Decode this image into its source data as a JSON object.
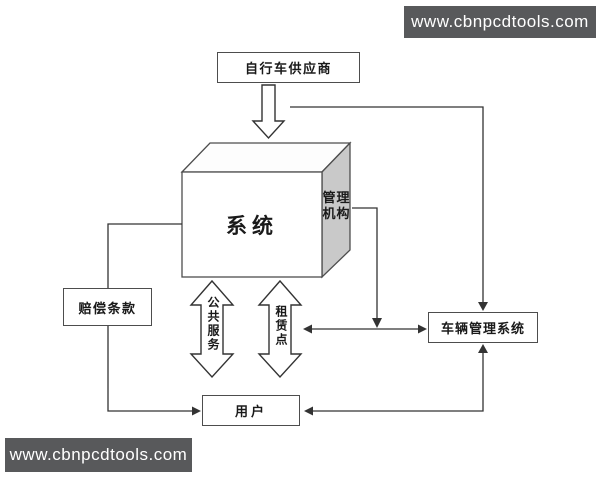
{
  "banners": {
    "top_text": "www.cbnpcdtools.com",
    "bottom_text": "www.cbnpcdtools.com"
  },
  "diagram": {
    "supplier_label": "自行车供应商",
    "system_label": "系统",
    "management_label": "管理机构",
    "compensation_label": "赔偿条款",
    "vehicle_label": "车辆管理系统",
    "user_label": "用户",
    "public_service_label": "公共服务",
    "rental_point_label": "租赁点"
  },
  "colors": {
    "banner_bg": "#58595b",
    "banner_text": "#ffffff",
    "line": "#333333",
    "box_border": "#4d4d4d",
    "side_face_fill": "#c9c9c9",
    "face_fill": "#ffffff"
  }
}
